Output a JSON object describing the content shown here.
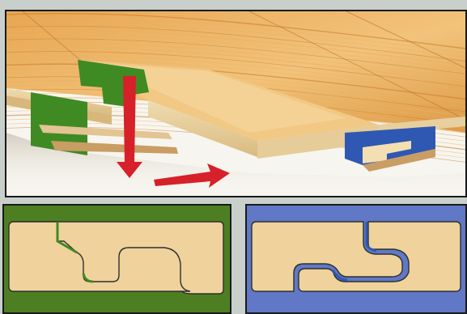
{
  "colors": {
    "frame_background": "#c9d0cc",
    "wood_light": "#f0d39a",
    "wood_mid": "#e3a04d",
    "wood_dark": "#c97a2a",
    "edge_light": "#e8d2a3",
    "tongue_green": "#3f8a23",
    "tongue_blue": "#2f58b2",
    "detail_green_bg": "#4d7f22",
    "detail_blue_bg": "#6078c5",
    "detail_board": "#efd29c",
    "arrow_red": "#d6202a"
  },
  "panels": {
    "hero": "laminate-click-install-illustration",
    "green_detail": "tongue-profile-cross-section",
    "blue_detail": "groove-profile-cross-section"
  },
  "arrows": [
    "down-arrow",
    "right-arrow"
  ],
  "grain_line_count": 28
}
